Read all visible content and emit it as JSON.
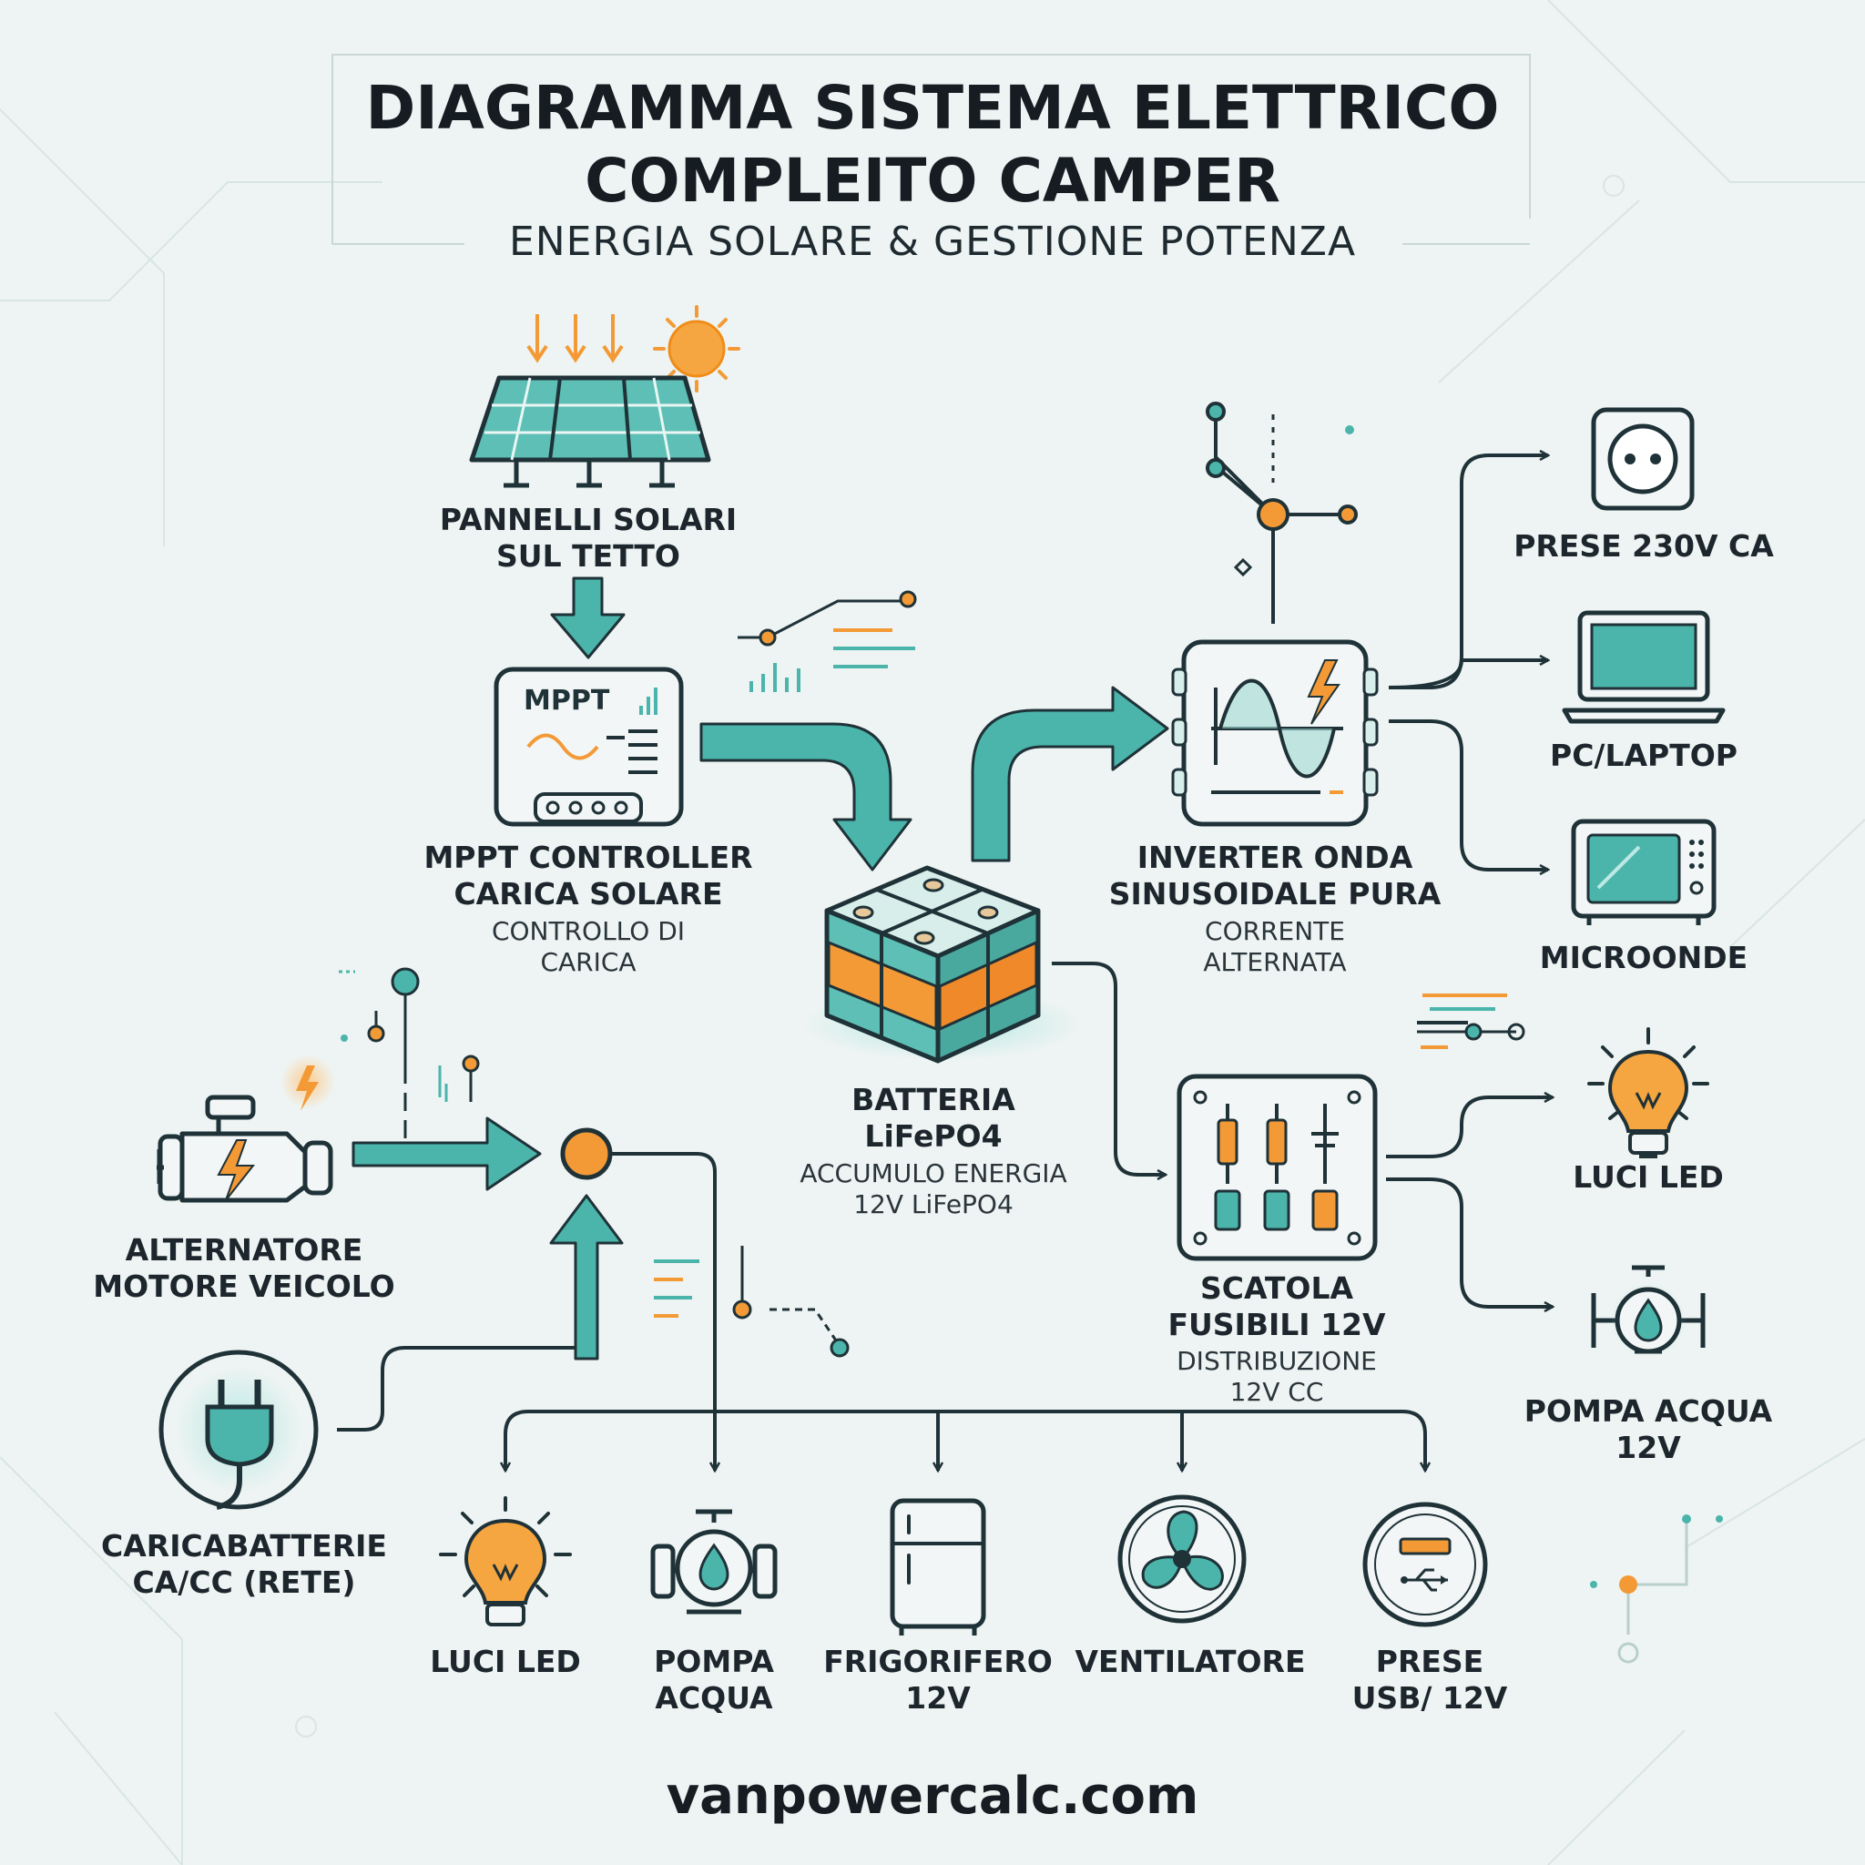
{
  "header": {
    "title_line1": "DIAGRAMMA SISTEMA ELETTRICO",
    "title_line2": "COMPLEITO CAMPER",
    "subtitle": "ENERGIA SOLARE & GESTIONE POTENZA"
  },
  "nodes": {
    "solar_panels": {
      "line1": "PANNELLI SOLARI",
      "line2": "SUL TETTO"
    },
    "mppt": {
      "screen": "MPPT",
      "line1": "MPPT CONTROLLER",
      "line2": "CARICA SOLARE",
      "sub1": "CONTROLLO DI",
      "sub2": "CARICA"
    },
    "battery": {
      "line1": "BATTERIA",
      "line2": "LiFePO4",
      "sub1": "ACCUMULO ENERGIA",
      "sub2": "12V LiFePO4"
    },
    "inverter": {
      "line1": "INVERTER ONDA",
      "line2": "SINUSOIDALE PURA",
      "sub1": "CORRENTE",
      "sub2": "ALTERNATA"
    },
    "fusebox": {
      "line1": "SCATOLA",
      "line2": "FUSIBILI 12V",
      "sub1": "DISTRIBUZIONE",
      "sub2": "12V CC"
    },
    "alternator": {
      "line1": "ALTERNATORE",
      "line2": "MOTORE VEICOLO"
    },
    "charger": {
      "line1": "CARICABATTERIE",
      "line2": "CA/CC (RETE)"
    }
  },
  "ac_loads": [
    {
      "label": "PRESE 230V CA",
      "icon": "socket-icon"
    },
    {
      "label": "PC/LAPTOP",
      "icon": "laptop-icon"
    },
    {
      "label": "MICROONDE",
      "icon": "microwave-icon"
    }
  ],
  "dc_right_loads": [
    {
      "line1": "LUCI LED",
      "line2": "",
      "icon": "bulb-icon"
    },
    {
      "line1": "POMPA ACQUA",
      "line2": "12V",
      "icon": "pump-icon"
    }
  ],
  "bottom_loads": [
    {
      "line1": "LUCI LED",
      "line2": "",
      "icon": "bulb-icon"
    },
    {
      "line1": "POMPA",
      "line2": "ACQUA",
      "icon": "pump-icon"
    },
    {
      "line1": "FRIGORIFERO",
      "line2": "12V",
      "icon": "fridge-icon"
    },
    {
      "line1": "VENTILATORE",
      "line2": "",
      "icon": "fan-icon"
    },
    {
      "line1": "PRESE",
      "line2": "USB/ 12V",
      "icon": "usb-socket-icon"
    }
  ],
  "footer": {
    "website": "vanpowercalc.com"
  },
  "colors": {
    "teal": "#4bb5ab",
    "orange": "#f39a36",
    "dark": "#1f3238",
    "background": "#eef4f3"
  }
}
